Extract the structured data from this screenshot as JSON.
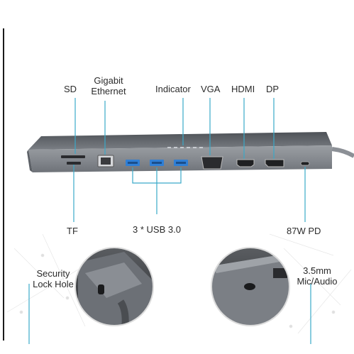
{
  "labels": {
    "sd": "SD",
    "ethernet_line1": "Gigabit",
    "ethernet_line2": "Ethernet",
    "indicator": "Indicator",
    "vga": "VGA",
    "hdmi": "HDMI",
    "dp": "DP",
    "tf": "TF",
    "usb": "3 * USB 3.0",
    "pd": "87W PD",
    "security_line1": "Security",
    "security_line2": "Lock Hole",
    "audio_line1": "3.5mm",
    "audio_line2": "Mic/Audio"
  },
  "colors": {
    "callout_line": "#3aa9c9",
    "hub_body": "#7d8187",
    "hub_top": "#5f6368",
    "port_blue": "#2f7fd6",
    "background": "#ffffff"
  }
}
